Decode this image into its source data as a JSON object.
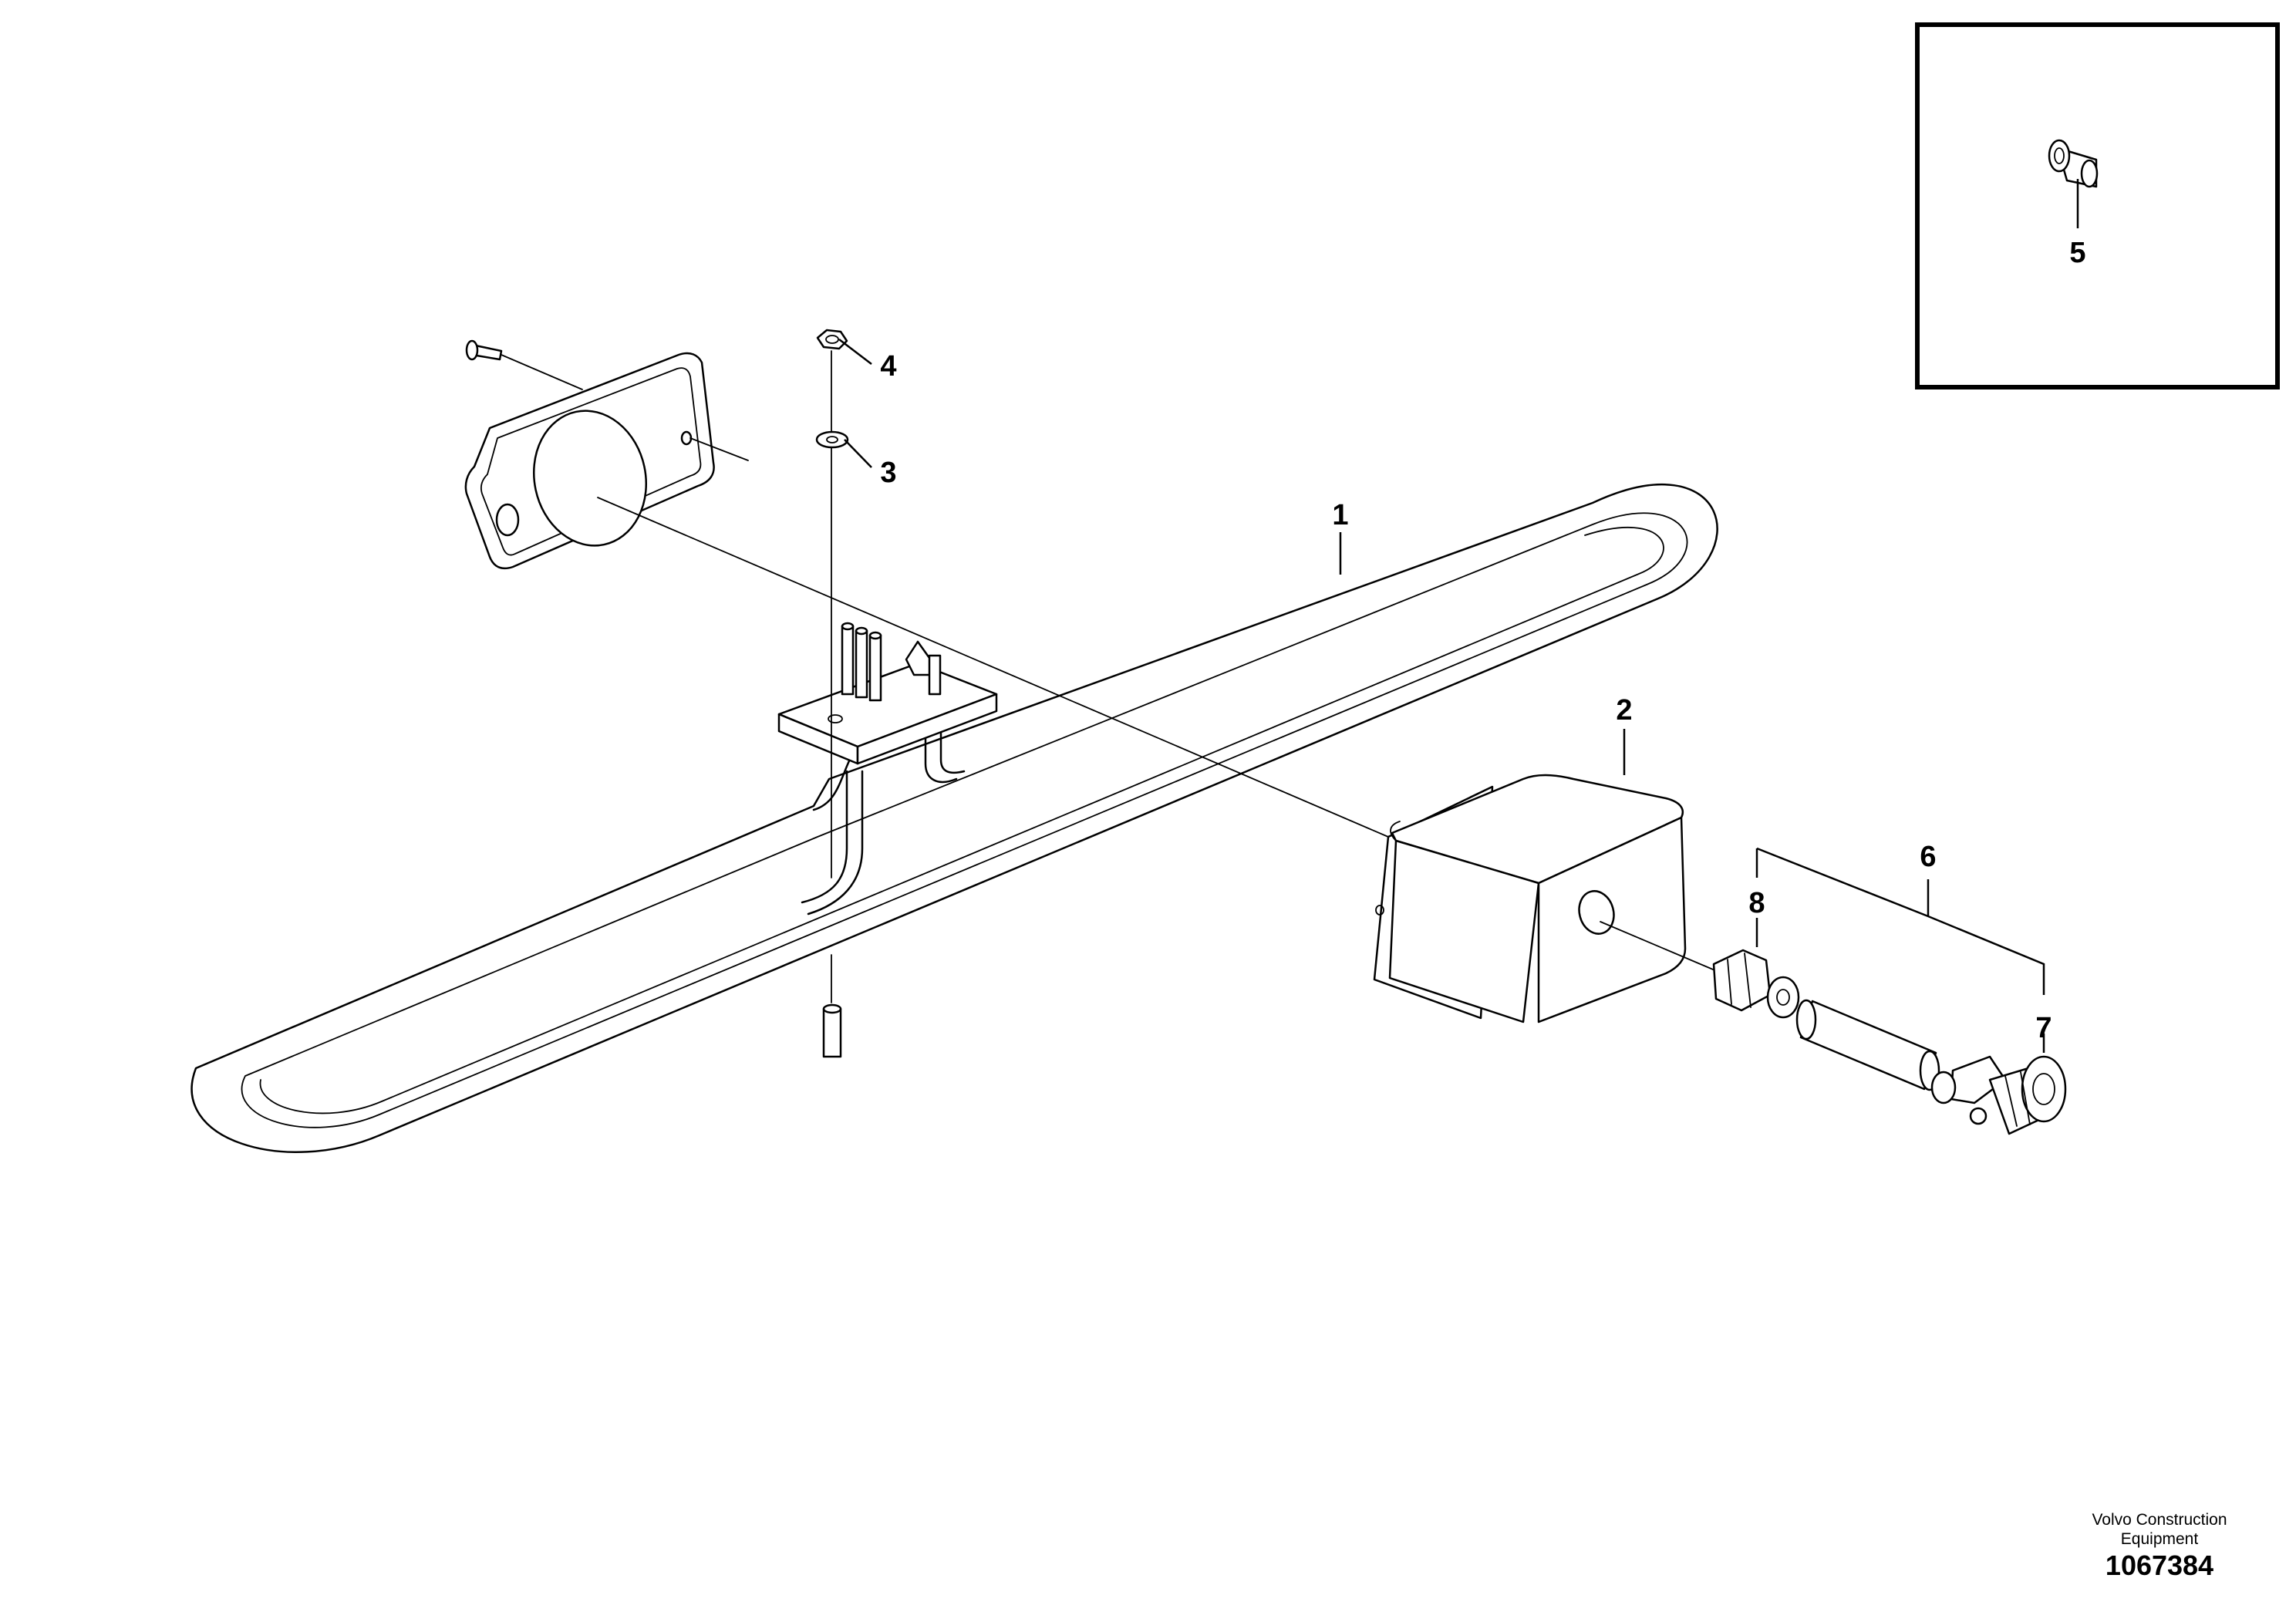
{
  "callouts": {
    "c1": "1",
    "c2": "2",
    "c3": "3",
    "c4": "4",
    "c5": "5",
    "c6": "6",
    "c7": "7",
    "c8": "8"
  },
  "footer": {
    "credit_line1": "Volvo Construction",
    "credit_line2": "Equipment",
    "doc_number": "1067384"
  }
}
